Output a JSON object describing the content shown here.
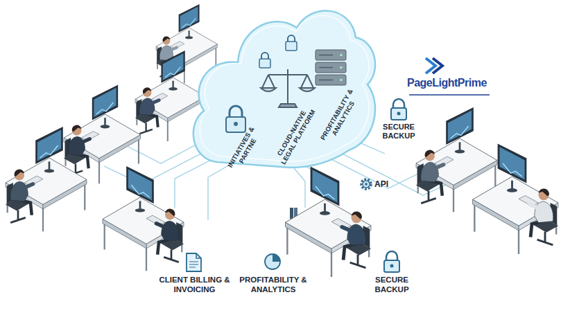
{
  "diagram": {
    "nodes": [
      {
        "text": [
          "INITIATIVES & PARTNE",
          "CLOUD-NATIVE LEGAL PLATFORM",
          "PROFITABILITY & ANALYTICS"
        ]
      }
    ],
    "labels": [
      "PageLightPrime",
      "SECURE BACKUP",
      "API",
      "CLIENT BILLING & INVOICING",
      "PROFITABILITY & ANALYTICS",
      "SECURE BACKUP"
    ]
  }
}
